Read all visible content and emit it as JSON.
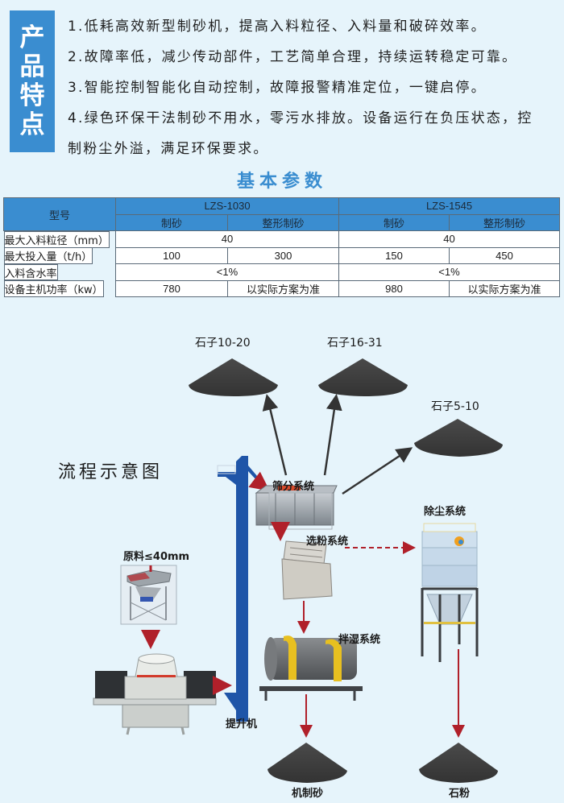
{
  "features": {
    "badge_chars": [
      "产",
      "品",
      "特",
      "点"
    ],
    "lines": [
      "1.低耗高效新型制砂机，提高入料粒径、入料量和破碎效率。",
      "2.故障率低，减少传动部件，工艺简单合理，持续运转稳定可靠。",
      "3.智能控制智能化自动控制，故障报警精准定位，一键启停。",
      "4.绿色环保干法制砂不用水，零污水排放。设备运行在负压状态，控",
      "制粉尘外溢，满足环保要求。"
    ]
  },
  "params": {
    "title": "基本参数",
    "header": {
      "model_label": "型号",
      "models": [
        "LZS-1030",
        "LZS-1545"
      ],
      "sub_columns": [
        "制砂",
        "整形制砂",
        "制砂",
        "整形制砂"
      ]
    },
    "rows": [
      {
        "label": "最大入料粒径（mm）",
        "lzs1030": "40",
        "lzs1545": "40",
        "merged": true
      },
      {
        "label": "最大投入量（t/h）",
        "values": [
          "100",
          "300",
          "150",
          "450"
        ],
        "merged": false
      },
      {
        "label": "入料含水率",
        "lzs1030": "<1%",
        "lzs1545": "<1%",
        "merged": true
      },
      {
        "label": "设备主机功率（kw）",
        "values": [
          "780",
          "以实际方案为准",
          "980",
          "以实际方案为准"
        ],
        "merged": false
      }
    ]
  },
  "flow": {
    "title": "流程示意图",
    "piles": {
      "stone_10_20": "石子10-20",
      "stone_16_31": "石子16-31",
      "stone_5_10": "石子5-10",
      "machine_sand": "机制砂",
      "stone_powder": "石粉"
    },
    "stages": {
      "raw_material": "原料≤40mm",
      "elevator": "提升机",
      "screening": "筛分系统",
      "powder_selection": "选粉系统",
      "mixing_wetting": "拌湿系统",
      "dust_removal": "除尘系统"
    }
  },
  "colors": {
    "background": "#e6f4fb",
    "accent_blue": "#3a8dd0",
    "elevator_blue": "#1f55a8",
    "pile": "#3d3d3d",
    "arrow_red": "#b0202a",
    "arrow_dark": "#333333"
  }
}
